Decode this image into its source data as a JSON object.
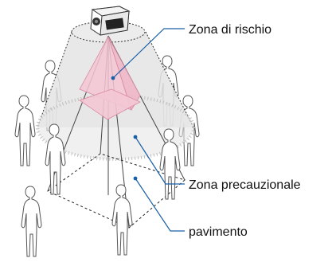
{
  "diagram": {
    "labels": {
      "risk_zone": "Zona di rischio",
      "precaution_zone": "Zona precauzionale",
      "floor": "pavimento"
    },
    "colors": {
      "leader": "#1a5fa6",
      "risk_fill": "#f3c6d4",
      "risk_stroke": "#d98aa3",
      "precaution_fill": "#e4e4e4",
      "outline": "#333333",
      "person_stroke": "#555555"
    },
    "person_count": 8
  }
}
